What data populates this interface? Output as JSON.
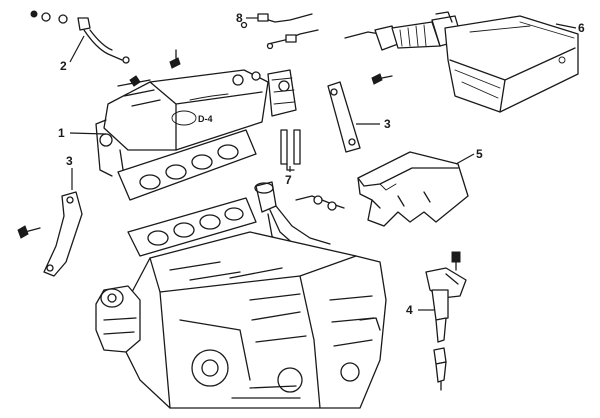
{
  "callouts": {
    "c1": "1",
    "c2": "2",
    "c3a": "3",
    "c3b": "3",
    "c4": "4",
    "c5": "5",
    "c6": "6",
    "c7": "7",
    "c8": "8"
  },
  "colors": {
    "line": "#1a1a1a",
    "background": "#ffffff"
  }
}
